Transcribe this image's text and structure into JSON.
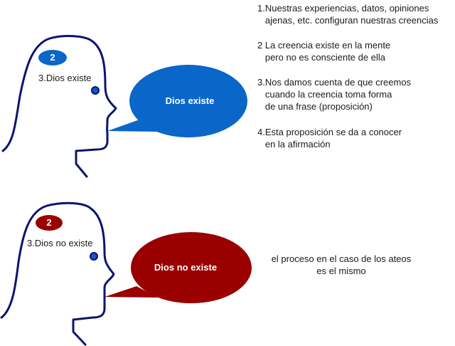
{
  "colors": {
    "believer": "#0a66c8",
    "atheist": "#9b0000",
    "outline": "#0b1470",
    "eye": "#1155cc"
  },
  "top_scene": {
    "badge_number": "2",
    "head_label": "3.Dios existe",
    "speech": "Dios existe"
  },
  "bottom_scene": {
    "badge_number": "2",
    "head_label": "3.Dios no existe",
    "speech": "Dios no existe"
  },
  "steps": [
    {
      "lines": [
        "1.Nuestras experiencias, datos, opiniones",
        "   ajenas, etc. configuran nuestras creencias"
      ]
    },
    {
      "lines": [
        "2 La creencia existe en la mente",
        "   pero no es consciente de ella"
      ]
    },
    {
      "lines": [
        "3.Nos damos cuenta de que creemos",
        "   cuando la creencia toma forma",
        "   de una frase (proposición)"
      ]
    },
    {
      "lines": [
        "4.Esta proposición se da a conocer",
        "   en la afirmación"
      ]
    }
  ],
  "atheist_note": {
    "lines": [
      "el proceso en el caso de los ateos",
      "es el mismo"
    ]
  }
}
